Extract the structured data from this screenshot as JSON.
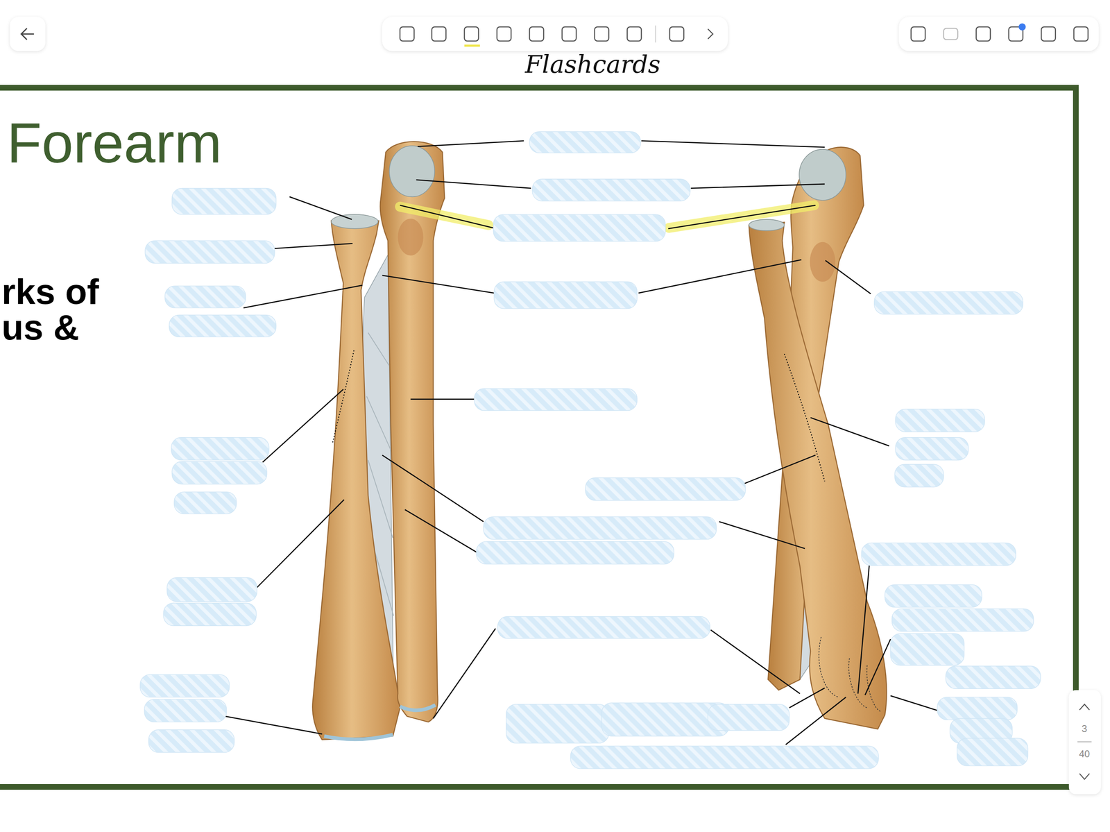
{
  "diagram": {
    "title": "Forearm",
    "labels": [
      "Flashcards",
      "rks of",
      "us &",
      "3",
      "40"
    ]
  }
}
